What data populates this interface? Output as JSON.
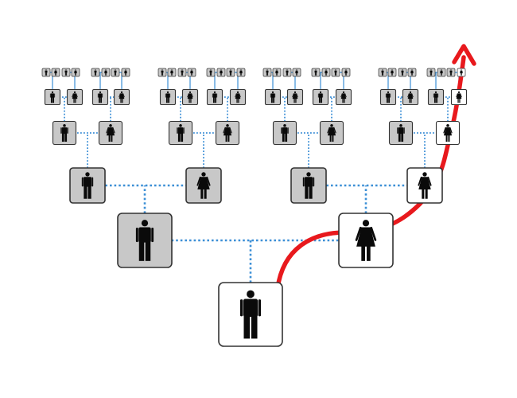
{
  "diagram": {
    "root": {
      "sex": "male"
    },
    "generations": 6,
    "lineage_path": [
      "female",
      "female",
      "female",
      "female",
      "female"
    ],
    "colors": {
      "lineage_box": "#ffffff",
      "other_box": "#c8c8c8",
      "box_border": "#333333",
      "figure": "#0a0a0a",
      "connector": "#3c8fd6",
      "arrow": "#e8191d"
    },
    "icons": {
      "male": "male-person-icon",
      "female": "female-person-icon"
    }
  }
}
